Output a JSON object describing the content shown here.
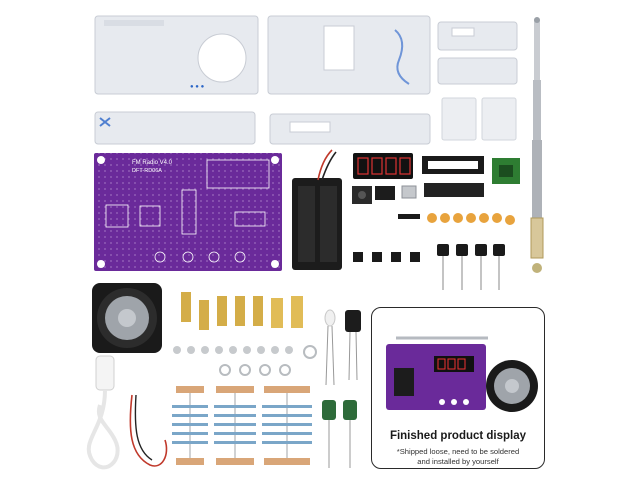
{
  "colors": {
    "pcb": "#6a2a9a",
    "acrylic": "#e6e9ee",
    "background": "#ffffff"
  },
  "pcb": {
    "title": "FM Radio V4.0",
    "subtitle": "DFT-RD06A"
  },
  "finished_panel": {
    "title": "Finished product display",
    "note_line1": "*Shipped loose, need to be soldered",
    "note_line2": "and installed by yourself"
  }
}
